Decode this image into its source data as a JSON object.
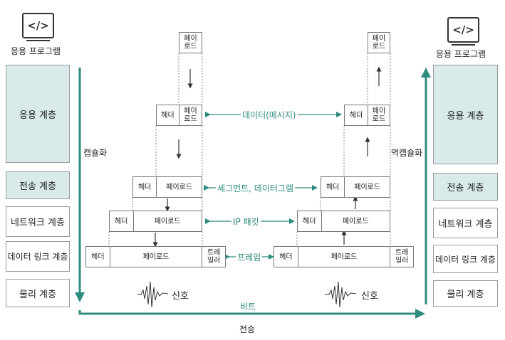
{
  "app_label": "응용 프로그램",
  "app_icon_glyph": "</>",
  "layers": {
    "application": "응용 계층",
    "transport": "전송 계층",
    "network": "네트워크 계층",
    "datalink": "데이터 링크 계층",
    "physical": "물리 계층"
  },
  "cells": {
    "payload": "페이로드",
    "payload_split": "페이\n로드",
    "header": "헤더",
    "trailer": "트레\n일러"
  },
  "pdu_labels": {
    "data": "데이터(메시지)",
    "segment": "세그먼트, 데이터그램",
    "ip_packet": "IP 패킷",
    "frame": "프레임"
  },
  "encapsulation_label": "캡슐화",
  "decapsulation_label": "역캡슐화",
  "signal_label": "신호",
  "bit_label": "비트",
  "transmission_label": "전송",
  "colors": {
    "accent": "#2e8b80",
    "highlight": "#d8ebea",
    "border": "#9a9a9a"
  }
}
